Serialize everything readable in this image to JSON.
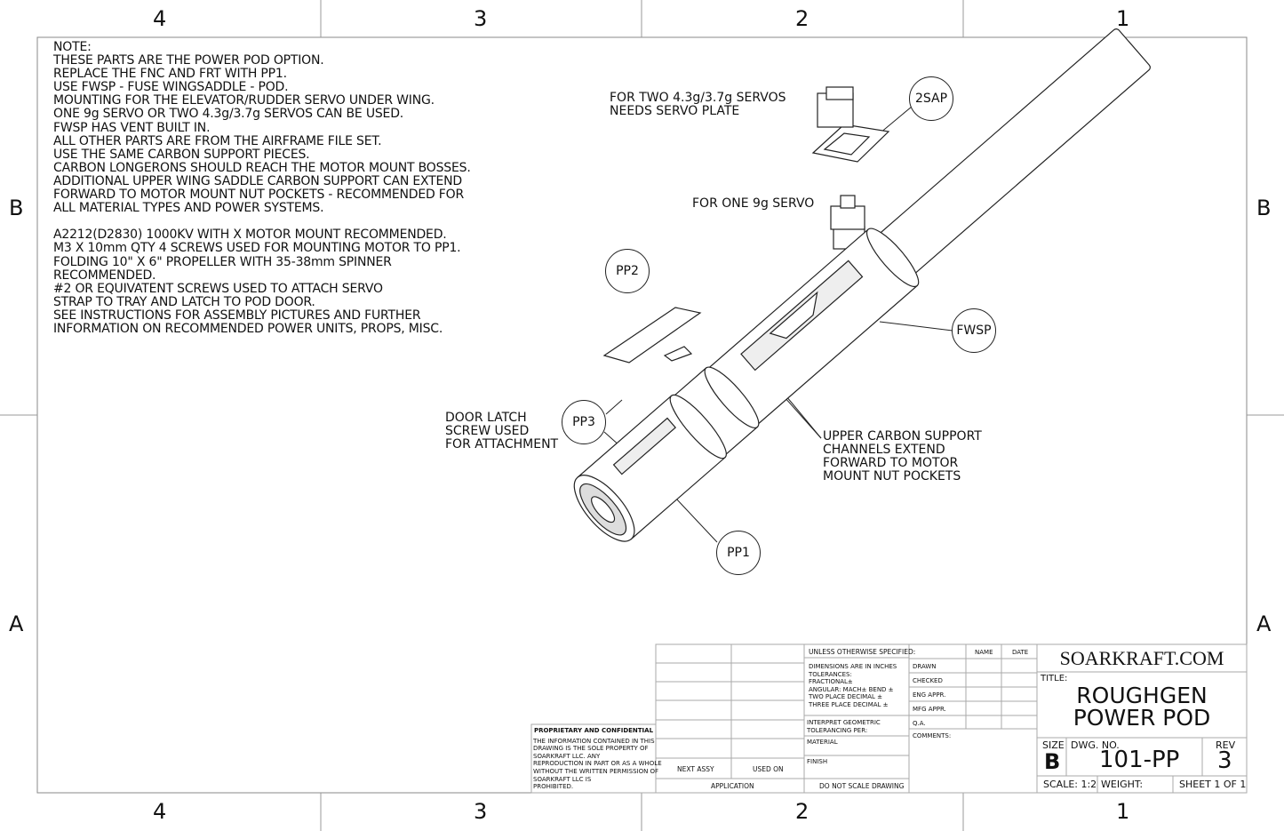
{
  "zones": {
    "columns": [
      "4",
      "3",
      "2",
      "1"
    ],
    "rows": [
      "B",
      "A"
    ]
  },
  "notes": [
    "NOTE:",
    "THESE PARTS ARE THE POWER POD OPTION.",
    "REPLACE THE FNC AND FRT WITH PP1.",
    "USE FWSP - FUSE WINGSADDLE - POD.",
    "MOUNTING FOR THE ELEVATOR/RUDDER SERVO UNDER WING.",
    "ONE 9g SERVO OR TWO 4.3g/3.7g SERVOS CAN BE USED.",
    "FWSP HAS VENT BUILT IN.",
    "ALL OTHER PARTS ARE FROM THE AIRFRAME FILE SET.",
    "USE THE SAME CARBON SUPPORT PIECES.",
    "CARBON LONGERONS SHOULD REACH THE MOTOR MOUNT BOSSES.",
    "ADDITIONAL UPPER WING SADDLE CARBON SUPPORT CAN EXTEND",
    "FORWARD TO MOTOR MOUNT NUT POCKETS - RECOMMENDED FOR",
    "ALL MATERIAL TYPES AND POWER SYSTEMS.",
    "",
    "A2212(D2830) 1000KV WITH X MOTOR MOUNT RECOMMENDED.",
    "M3 X 10mm QTY 4 SCREWS USED FOR MOUNTING MOTOR TO PP1.",
    "FOLDING 10\" X 6\" PROPELLER WITH 35-38mm SPINNER",
    "RECOMMENDED.",
    "#2 OR EQUIVATENT SCREWS USED TO ATTACH SERVO",
    "STRAP TO TRAY AND LATCH TO POD DOOR.",
    "SEE INSTRUCTIONS FOR ASSEMBLY PICTURES AND FURTHER",
    "INFORMATION ON RECOMMENDED POWER UNITS, PROPS, MISC."
  ],
  "callouts": {
    "two_servos": [
      "FOR TWO 4.3g/3.7g SERVOS",
      "NEEDS SERVO PLATE"
    ],
    "one_servo": "FOR ONE 9g SERVO",
    "door_latch": [
      "DOOR LATCH",
      "SCREW USED",
      "FOR ATTACHMENT"
    ],
    "carbon": [
      "UPPER CARBON SUPPORT",
      "CHANNELS EXTEND",
      "FORWARD TO MOTOR",
      "MOUNT NUT POCKETS"
    ]
  },
  "balloons": {
    "sap": "2SAP",
    "pp2": "PP2",
    "fwsp": "FWSP",
    "pp3": "PP3",
    "pp1": "PP1"
  },
  "title_block": {
    "proprietary_title": "PROPRIETARY AND CONFIDENTIAL",
    "proprietary_text": [
      "THE INFORMATION CONTAINED IN THIS",
      "DRAWING IS THE SOLE PROPERTY OF",
      "SOARKRAFT LLC.  ANY",
      "REPRODUCTION IN PART OR AS A WHOLE",
      "WITHOUT THE WRITTEN PERMISSION OF",
      "SOARKRAFT LLC IS",
      "PROHIBITED."
    ],
    "next_assy": "NEXT ASSY",
    "used_on": "USED ON",
    "application": "APPLICATION",
    "unless": "UNLESS OTHERWISE SPECIFIED:",
    "tolerances": [
      "DIMENSIONS ARE IN INCHES",
      "TOLERANCES:",
      "FRACTIONAL±",
      "ANGULAR: MACH±    BEND ±",
      "TWO PLACE DECIMAL    ±",
      "THREE PLACE DECIMAL  ±"
    ],
    "interpret": [
      "INTERPRET GEOMETRIC",
      "TOLERANCING PER:"
    ],
    "material": "MATERIAL",
    "finish": "FINISH",
    "do_not_scale": "DO NOT SCALE DRAWING",
    "name": "NAME",
    "date": "DATE",
    "roles": [
      "DRAWN",
      "CHECKED",
      "ENG APPR.",
      "MFG APPR.",
      "Q.A."
    ],
    "comments": "COMMENTS:",
    "company": "SOARKRAFT.COM",
    "title_label": "TITLE:",
    "title": [
      "ROUGHGEN",
      "POWER POD"
    ],
    "size_label": "SIZE",
    "size": "B",
    "dwg_label": "DWG.  NO.",
    "dwg_no": "101-PP",
    "rev_label": "REV",
    "rev": "3",
    "scale": "SCALE: 1:2",
    "weight": "WEIGHT:",
    "sheet": "SHEET 1 OF 1"
  }
}
